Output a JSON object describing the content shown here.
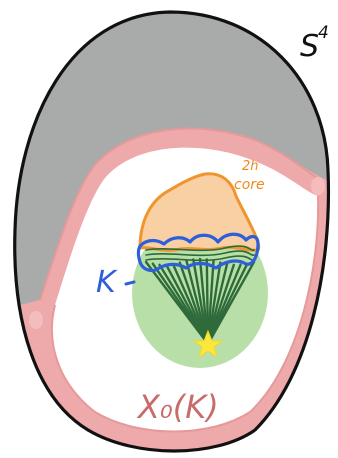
{
  "labels": {
    "sphere": "S",
    "sphere_exponent": "4",
    "core_line1": "2h",
    "core_line2": "core",
    "knot": "K",
    "complement": "X₀(K)"
  },
  "colors": {
    "outline": "#111111",
    "gray_region": "#a9abaa",
    "pink_band": "#eeaaaa",
    "pink_band_inner": "#f7cccc",
    "white_interior": "#ffffff",
    "green_disk": "#b8dfa8",
    "dark_green": "#2f6b3a",
    "core_fill": "#f9cfa4",
    "core_outline": "#f0952d",
    "knot_blue": "#2d5fd8",
    "star_yellow": "#fbe83a",
    "complement_text": "#c96b6b",
    "core_text": "#ef8a1e"
  },
  "icons": {
    "star": "star-icon"
  }
}
